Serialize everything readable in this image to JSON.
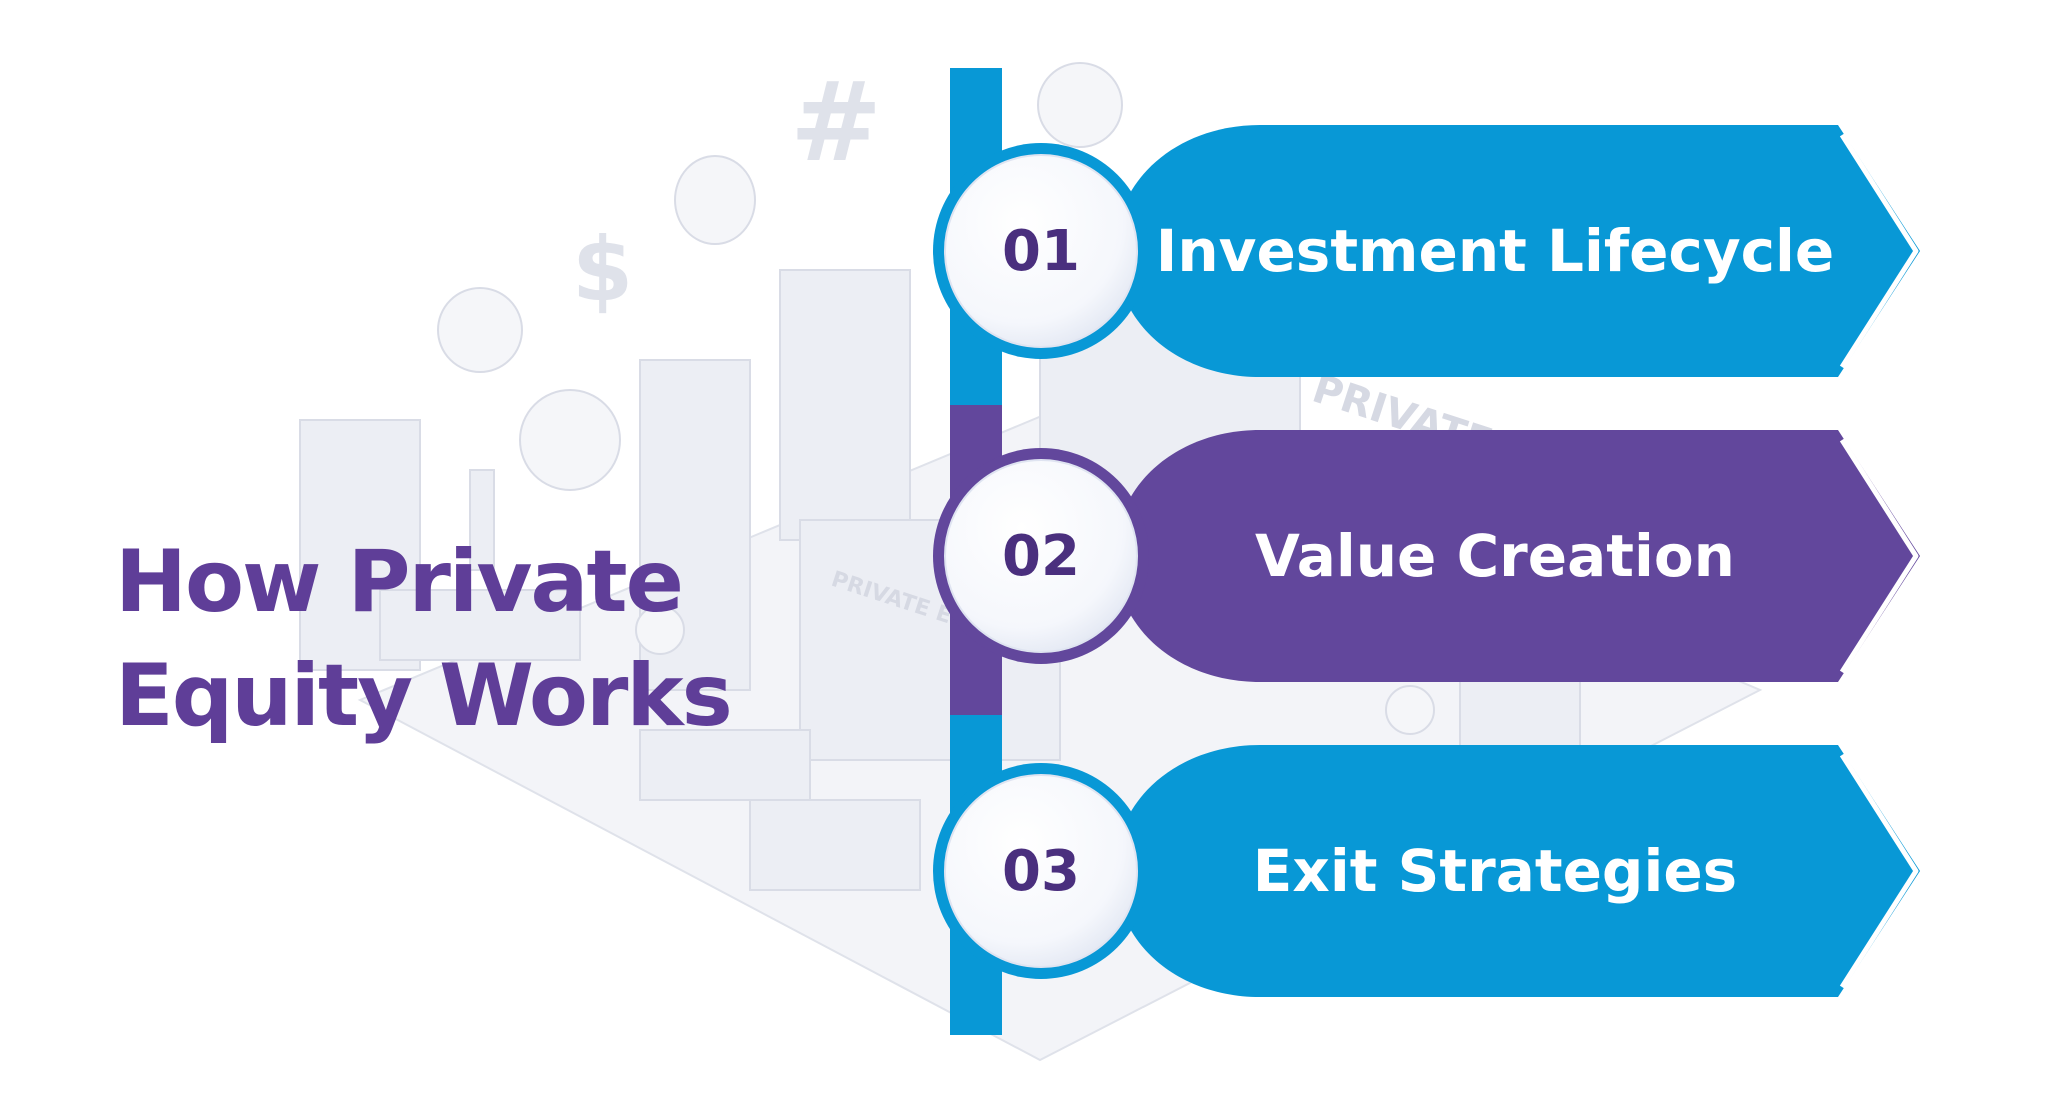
{
  "title": {
    "line1": "How Private",
    "line2": "Equity Works"
  },
  "colors": {
    "blue": "#0898d6",
    "purple": "#62479c",
    "title": "#5f3e98",
    "number": "#4a2f7e",
    "background_illustration": "#e4e6ee"
  },
  "steps": [
    {
      "number": "01",
      "label": "Investment Lifecycle",
      "color": "blue"
    },
    {
      "number": "02",
      "label": "Value Creation",
      "color": "purple"
    },
    {
      "number": "03",
      "label": "Exit Strategies",
      "color": "blue"
    }
  ],
  "background": {
    "signs": [
      "PRIVATE",
      "PRIVATE EQUITY"
    ]
  }
}
